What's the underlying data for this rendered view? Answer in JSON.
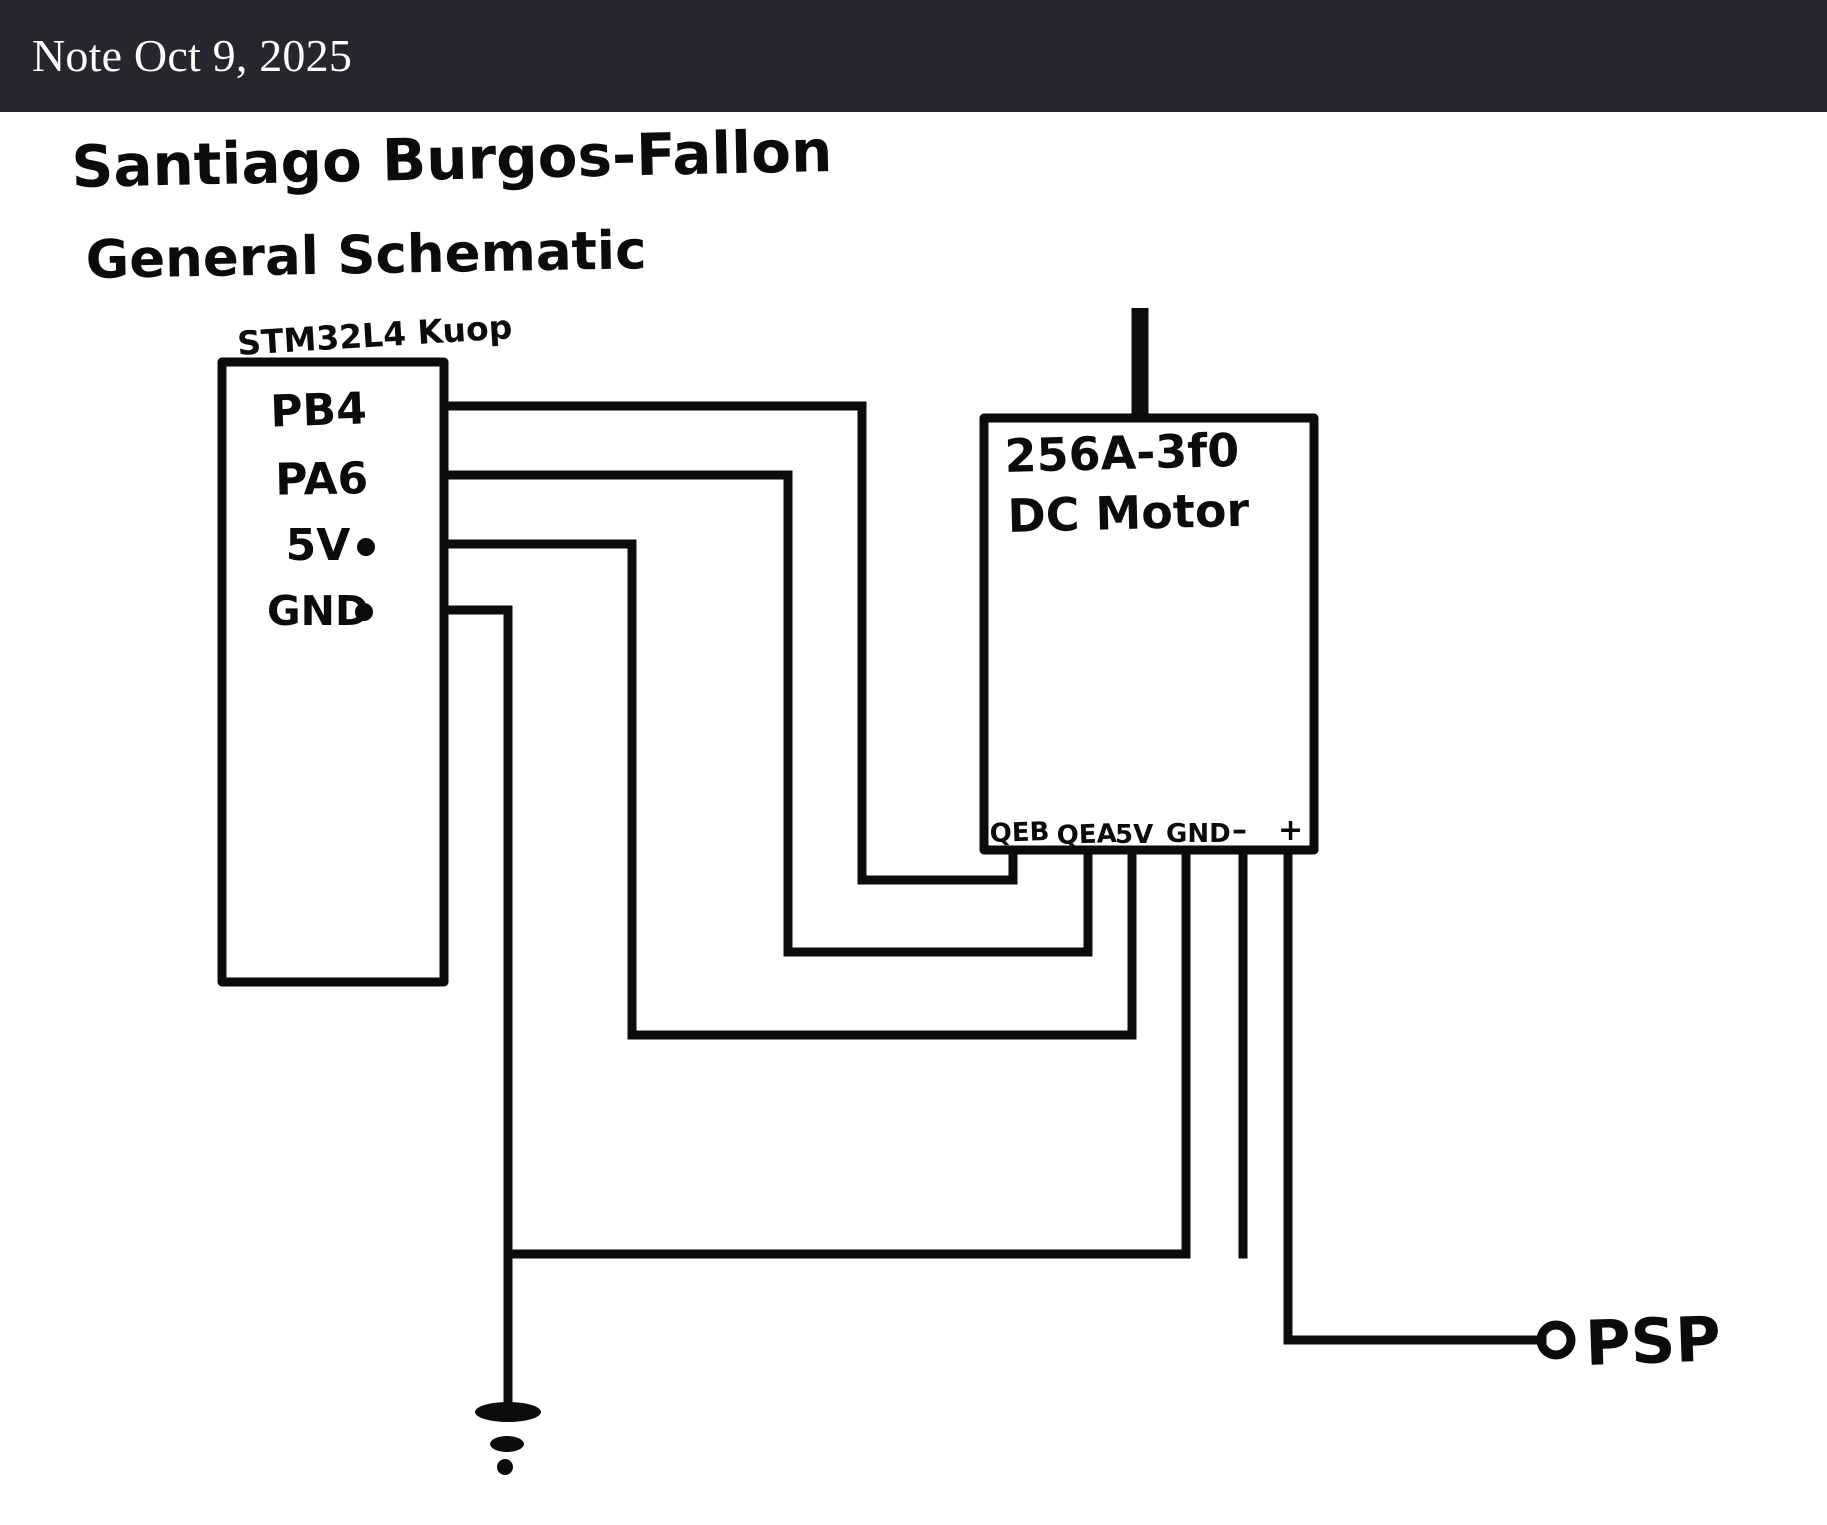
{
  "window": {
    "title": "Note Oct 9, 2025",
    "titlebar_bg": "#23272e",
    "titlebar_fg": "#ffffff",
    "canvas_bg": "#ffffff",
    "ink_color": "#0b0b0b"
  },
  "notes": {
    "author": "Santiago Burgos-Fallon",
    "subtitle": "General Schematic"
  },
  "mcu": {
    "label": "STM32L4 Kuop",
    "pins": [
      {
        "name": "PB4",
        "dot": false
      },
      {
        "name": "PA6",
        "dot": false
      },
      {
        "name": "5V",
        "dot": true
      },
      {
        "name": "GND",
        "dot": true
      }
    ]
  },
  "motor": {
    "title_line1": "256A-3f0",
    "title_line2": "DC Motor",
    "pins": [
      "QEB",
      "QEA",
      "5V",
      "GND",
      "–",
      "+"
    ]
  },
  "terminals": {
    "psp_label": "PSP",
    "ground_symbol": "earth-ground"
  },
  "connections": [
    {
      "from": "PB4",
      "to": "QEB"
    },
    {
      "from": "PA6",
      "to": "QEA"
    },
    {
      "from": "5V",
      "to": "5V"
    },
    {
      "from": "GND",
      "to": "earth-ground"
    },
    {
      "from": "GND",
      "to": "–"
    },
    {
      "from": "+",
      "to": "PSP"
    }
  ]
}
